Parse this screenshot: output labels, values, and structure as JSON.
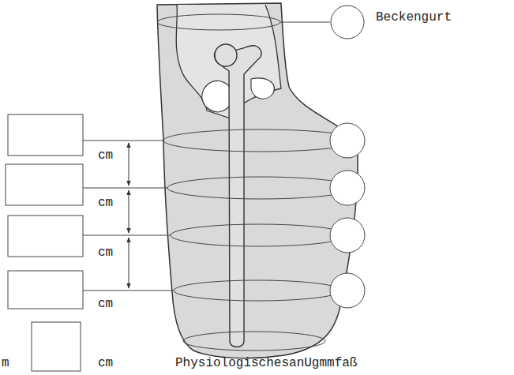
{
  "diagram": {
    "nodes": [
      {
        "text": [
          "Beckengurt"
        ]
      }
    ],
    "labels": [
      "cm",
      "cm",
      "cm",
      "cm",
      "m",
      "cm",
      "PhysiologischesanUgmmfaß"
    ]
  }
}
